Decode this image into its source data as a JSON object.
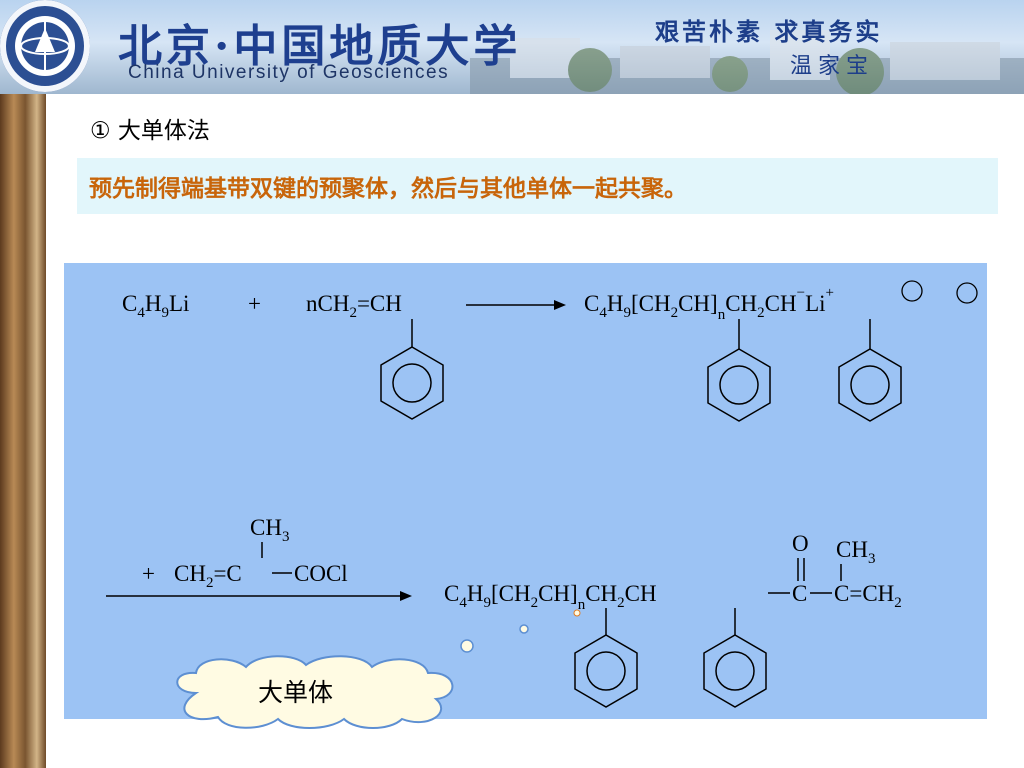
{
  "banner": {
    "university_cn": "北京·中国地质大学",
    "university_en": "China University of Geosciences",
    "motto_line1": "艰苦朴素 求真务实",
    "motto_line2": "温家宝"
  },
  "slide": {
    "heading": "① 大单体法",
    "definition": "预先制得端基带双键的预聚体，然后与其他单体一起共聚。",
    "callout_label": "大单体"
  },
  "scheme": {
    "reaction1": {
      "initiator": {
        "main": "C",
        "s1": "4",
        "m2": "H",
        "s2": "9",
        "m3": "Li"
      },
      "plus": "+",
      "monomer": {
        "coef": "nCH",
        "s1": "2",
        "rest": "=CH"
      },
      "product": {
        "start": "C",
        "s1": "4",
        "m2": "H",
        "s2": "9",
        "bracket_open": "[",
        "unit_a": "CH",
        "s3": "2",
        "unit_b": "CH",
        "bracket_close": "]",
        "n": "n",
        "tail_a": "CH",
        "s4": "2",
        "tail_b": "CH",
        "anion": "−",
        "counter": "Li",
        "cation": "+"
      }
    },
    "reaction2": {
      "plus": "+",
      "reagent": {
        "a": "CH",
        "s1": "2",
        "b": "=C",
        "c": "COCl"
      },
      "methyl": {
        "a": "CH",
        "s": "3"
      },
      "product": {
        "start": "C",
        "s1": "4",
        "m2": "H",
        "s2": "9",
        "bracket_open": "[",
        "unit_a": "CH",
        "s3": "2",
        "unit_b": "CH",
        "bracket_close": "]",
        "n": "n",
        "tail_a": "CH",
        "s4": "2",
        "tail_b": "CH",
        "carbonyl_c": "C",
        "oxygen": "O",
        "vinyl_c": "C",
        "vinyl_end": "=CH",
        "s5": "2",
        "methyl_a": "CH",
        "methyl_s": "3"
      }
    }
  },
  "colors": {
    "definition_text": "#c8650a",
    "definition_bg": "#e2f6fb",
    "scheme_bg": "#9cc3f4",
    "banner_text": "#1e3f8f"
  }
}
